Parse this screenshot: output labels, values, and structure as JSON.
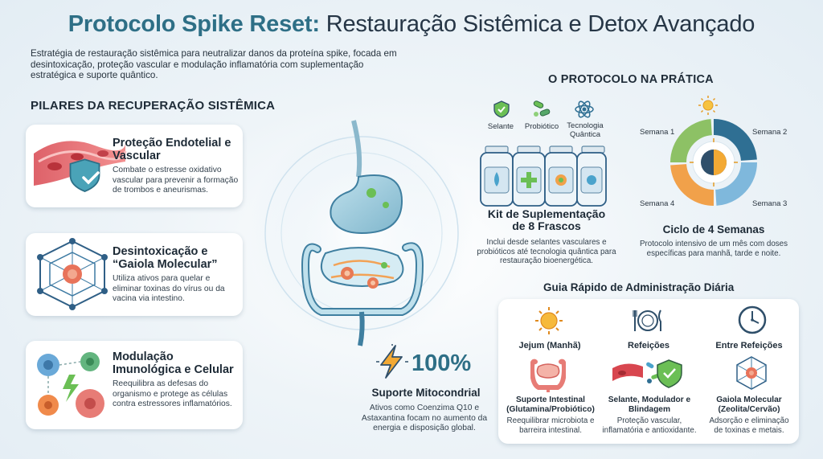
{
  "header": {
    "title_bold": "Protocolo Spike Reset:",
    "title_rest": "Restauração Sistêmica e Detox Avançado",
    "intro": "Estratégia de restauração sistêmica para neutralizar danos da proteína spike, focada em desintoxicação, proteção vascular e modulação inflamatória com suplementação estratégica e suporte quântico."
  },
  "pillars": {
    "heading": "PILARES DA RECUPERAÇÃO SISTÊMICA",
    "items": [
      {
        "title": "Proteção Endotelial e Vascular",
        "desc": "Combate o estresse oxidativo vascular para prevenir a formação de trombos e aneurismas."
      },
      {
        "title": "Desintoxicação e “Gaiola Molecular”",
        "desc": "Utiliza ativos para quelar e eliminar toxinas do vírus ou da vacina via intestino."
      },
      {
        "title": "Modulação Imunológica e Celular",
        "desc": "Reequilibra as defesas do organismo e protege as células contra estressores inflamatórios."
      }
    ]
  },
  "mito": {
    "value": "100%",
    "title": "Suporte Mitocondrial",
    "desc": "Ativos como Coenzima Q10 e Astaxantina focam no aumento da energia e disposição global."
  },
  "protocol": {
    "heading": "O PROTOCOLO NA PRÁTICA",
    "kit_icons": [
      "Selante",
      "Probiótico",
      "Tecnologia Quântica"
    ],
    "kit_title": "Kit de Suplementação de 8 Frascos",
    "kit_desc": "Inclui desde selantes vasculares e probióticos até tecnologia quântica para restauração bioenergética.",
    "weeks": [
      "Semana 1",
      "Semana 2",
      "Semana 3",
      "Semana 4"
    ],
    "cycle_title": "Ciclo de 4 Semanas",
    "cycle_desc": "Protocolo intensivo de um mês com doses específicas para manhã, tarde e noite."
  },
  "guide": {
    "heading": "Guia Rápido de Administração Diária",
    "columns": [
      {
        "head": "Jejum (Manhã)",
        "title": "Suporte Intestinal (Glutamina/Probiótico)",
        "desc": "Reequilibrar microbiota e barreira intestinal."
      },
      {
        "head": "Refeições",
        "title": "Selante, Modulador e Blindagem",
        "desc": "Proteção vascular, inflamatória e antioxidante."
      },
      {
        "head": "Entre Refeições",
        "title": "Gaiola Molecular (Zeolita/Cervão)",
        "desc": "Adsorção e eliminação de toxinas e metais."
      }
    ]
  },
  "colors": {
    "title_accent": "#2e6f86",
    "week1": "#8dc165",
    "week2": "#2f6f93",
    "week3": "#7fb8dc",
    "week4": "#f1a14a"
  }
}
